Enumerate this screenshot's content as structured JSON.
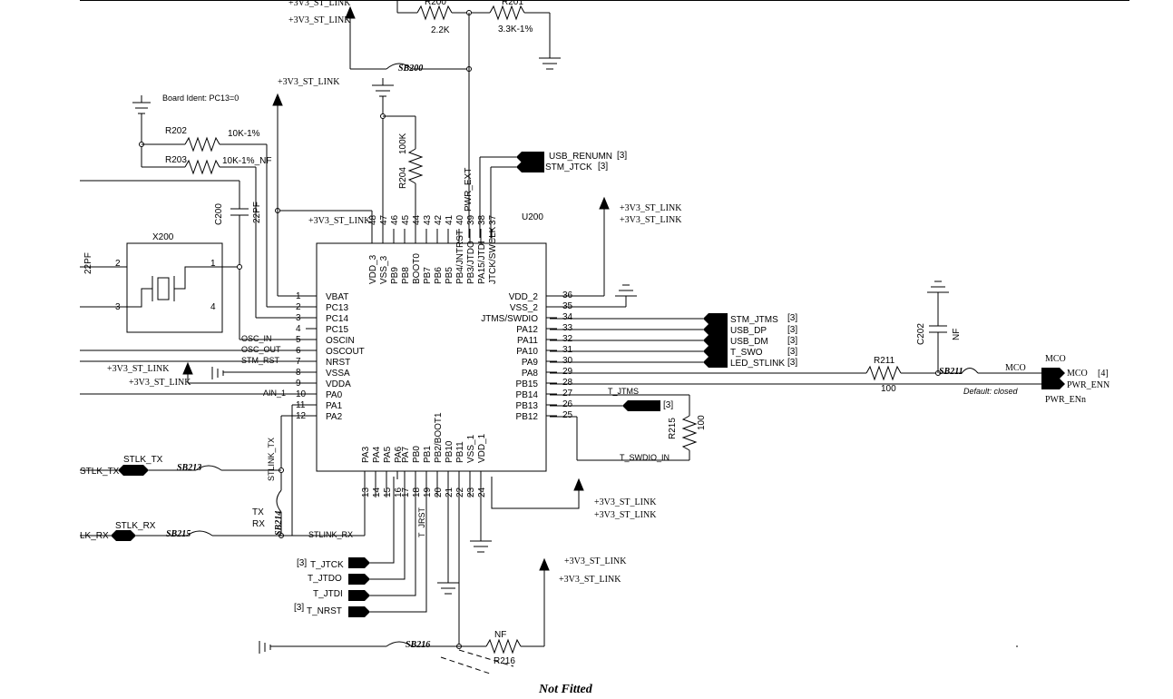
{
  "ic": {
    "ref": "U200"
  },
  "top_pins": [
    {
      "num": "48",
      "name": "VDD_3"
    },
    {
      "num": "47",
      "name": "VSS_3"
    },
    {
      "num": "46",
      "name": "PB9"
    },
    {
      "num": "45",
      "name": "PB8"
    },
    {
      "num": "44",
      "name": "BOOT0"
    },
    {
      "num": "43",
      "name": "PB7"
    },
    {
      "num": "42",
      "name": "PB6"
    },
    {
      "num": "41",
      "name": "PB5"
    },
    {
      "num": "40",
      "name": "PB4/JNTRST"
    },
    {
      "num": "39",
      "name": "PB3/JTDO"
    },
    {
      "num": "38",
      "name": "PA15/JTDI"
    },
    {
      "num": "37",
      "name": "JTCK/SWCLK"
    }
  ],
  "left_pins": [
    {
      "num": "1",
      "name": "VBAT"
    },
    {
      "num": "2",
      "name": "PC13"
    },
    {
      "num": "3",
      "name": "PC14"
    },
    {
      "num": "4",
      "name": "PC15"
    },
    {
      "num": "5",
      "name": "OSCIN"
    },
    {
      "num": "6",
      "name": "OSCOUT"
    },
    {
      "num": "7",
      "name": "NRST"
    },
    {
      "num": "8",
      "name": "VSSA"
    },
    {
      "num": "9",
      "name": "VDDA"
    },
    {
      "num": "10",
      "name": "PA0"
    },
    {
      "num": "11",
      "name": "PA1"
    },
    {
      "num": "12",
      "name": "PA2"
    }
  ],
  "right_pins": [
    {
      "num": "36",
      "name": "VDD_2"
    },
    {
      "num": "35",
      "name": "VSS_2"
    },
    {
      "num": "34",
      "name": "JTMS/SWDIO"
    },
    {
      "num": "33",
      "name": "PA12"
    },
    {
      "num": "32",
      "name": "PA11"
    },
    {
      "num": "31",
      "name": "PA10"
    },
    {
      "num": "30",
      "name": "PA9"
    },
    {
      "num": "29",
      "name": "PA8"
    },
    {
      "num": "28",
      "name": "PB15"
    },
    {
      "num": "27",
      "name": "PB14"
    },
    {
      "num": "26",
      "name": "PB13"
    },
    {
      "num": "25",
      "name": "PB12"
    }
  ],
  "bottom_pins": [
    {
      "num": "13",
      "name": "PA3"
    },
    {
      "num": "14",
      "name": "PA4"
    },
    {
      "num": "15",
      "name": "PA5"
    },
    {
      "num": "16",
      "name": "PA6"
    },
    {
      "num": "17",
      "name": "PA7"
    },
    {
      "num": "18",
      "name": "PB0"
    },
    {
      "num": "19",
      "name": "PB1"
    },
    {
      "num": "20",
      "name": "PB2/BOOT1"
    },
    {
      "num": "21",
      "name": "PB10"
    },
    {
      "num": "22",
      "name": "PB11"
    },
    {
      "num": "23",
      "name": "VSS_1"
    },
    {
      "num": "24",
      "name": "VDD_1"
    }
  ],
  "power": "+3V3_ST_LINK",
  "labels": {
    "board_ident": "Board Ident: PC13=0",
    "r202": "R202",
    "r202_val": "10K-1%",
    "r203": "R203",
    "r203_val": "10K-1%_NF",
    "c200": "C200",
    "c200_val": "22PF",
    "c_left_val": "22PF",
    "x200": "X200",
    "x_pin1": "1",
    "x_pin2": "2",
    "x_pin3": "3",
    "x_pin4": "4",
    "r204": "R204",
    "r204_val": "100K",
    "r200": "R200",
    "r200_val": "2.2K",
    "r201": "R201",
    "r201_val": "3.3K-1%",
    "sb200": "SB200",
    "pwr_ext": "PWR_EXT",
    "c202": "C202",
    "c202_val": "NF",
    "r211": "R211",
    "r211_val": "100",
    "sb211": "SB211",
    "mco_net": "MCO",
    "mco_conn": "MCO",
    "mco_text": "MCO",
    "mco_ref": "[4]",
    "pwr_enn": "PWR_ENN",
    "pwr_enn2": "PWR_ENn",
    "default_closed": "Default: closed",
    "r215": "R215",
    "r215_val": "100",
    "t_jtms": "T_JTMS",
    "t_swdio_in": "T_SWDIO_IN",
    "t_jrst": "T_JRST",
    "osc_in": "OSC_IN",
    "osc_out": "OSC_OUT",
    "stm_rst": "STM_RST",
    "ain_1": "AIN_1",
    "stlink_tx": "STLINK_TX",
    "stlink_rx": "STLINK_RX",
    "sb213": "SB213",
    "sb214": "SB214",
    "sb215": "SB215",
    "sb216": "SB216",
    "tx": "TX",
    "rx": "RX",
    "r216": "R216",
    "r216_val": "NF",
    "not_fitted": "Not Fitted"
  },
  "connectors": {
    "usb_renumn": "USB_RENUMN",
    "usb_renumn_ref": "[3]",
    "stm_jtck": "STM_JTCK",
    "stm_jtck_ref": "[3]",
    "stm_jtms": "STM_JTMS",
    "stm_jtms_ref": "[3]",
    "usb_dp": "USB_DP",
    "usb_dp_ref": "[3]",
    "usb_dm": "USB_DM",
    "usb_dm_ref": "[3]",
    "t_swo": "T_SWO",
    "t_swo_ref": "[3]",
    "led_stlink": "LED_STLINK",
    "led_stlink_ref": "[3]",
    "t_jtck_r": "T_JTCK",
    "t_jtck_r_ref": "[3]",
    "stlk_tx": "STLK_TX",
    "stlk_tx_net": "STLK_TX",
    "stlk_rx": "STLK_RX",
    "stlk_rx_net": "LK_RX",
    "t_jtck_b": "T_JTCK",
    "t_jtck_b_ref": "[3]",
    "t_jtdo": "T_JTDO",
    "t_jtdi": "T_JTDI",
    "t_nrst": "T_NRST",
    "t_nrst_ref": "[3]"
  }
}
